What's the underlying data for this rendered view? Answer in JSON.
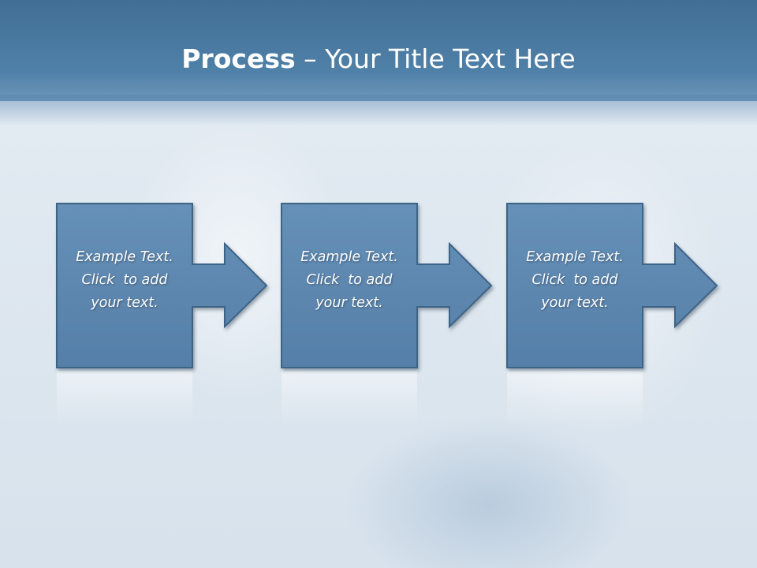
{
  "slide": {
    "title_bold": "Process",
    "title_rest": " – Your Title Text Here"
  },
  "steps": [
    {
      "line1": "Example Text.",
      "line2": "Click  to add",
      "line3": "your text."
    },
    {
      "line1": "Example Text.",
      "line2": "Click  to add",
      "line3": "your text."
    },
    {
      "line1": "Example Text.",
      "line2": "Click  to add",
      "line3": "your text."
    }
  ],
  "colors": {
    "header": "#4a7aa2",
    "box_fill": "#5b87b0",
    "box_stroke": "#3d6286",
    "text": "#ffffff"
  }
}
